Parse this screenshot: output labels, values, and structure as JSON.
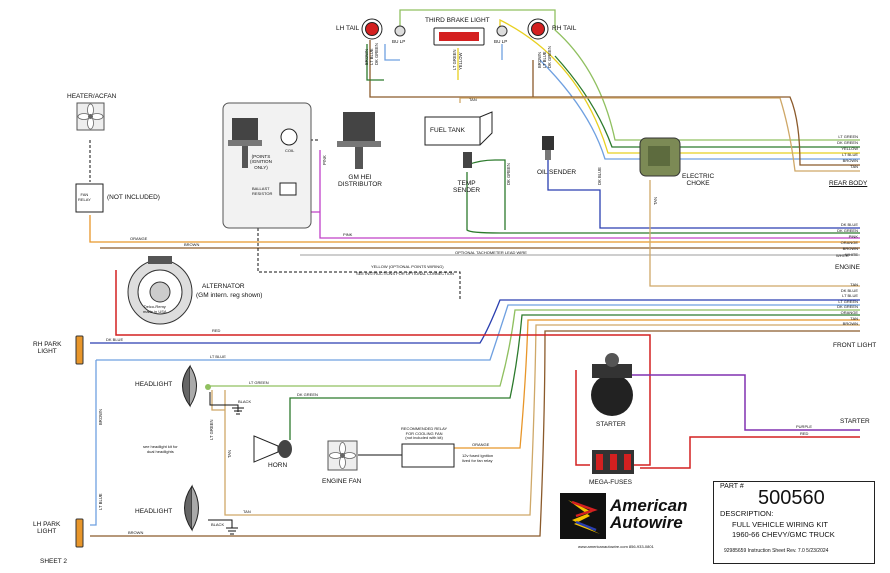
{
  "labels": {
    "lh_tail": "LH TAIL",
    "rh_tail": "RH TAIL",
    "third_brake": "THIRD BRAKE LIGHT",
    "bu_lp_left": "BU LP",
    "bu_lp_right": "BU LP",
    "heater_fan": "HEATER/ACFAN",
    "fan_relay": "FAN\nRELAY",
    "not_included": "(NOT INCLUDED)",
    "points_ignition": "(POINTS\n(IGNITION\nONLY)",
    "coil": "COIL",
    "ballast": "BALLAST\nRESISTOR",
    "gm_hei": "GM HEI\nDISTRIBUTOR",
    "fuel_tank": "FUEL TANK",
    "temp_sender": "TEMP\nSENDER",
    "oil_sender": "OIL SENDER",
    "electric_choke": "ELECTRIC\nCHOKE",
    "rear_body": "REAR BODY",
    "engine": "ENGINE",
    "alternator": "ALTERNATOR",
    "alternator_sub": "(GM intern. reg shown)",
    "alt_stamp": "Delco-Remy\nmade in USA",
    "yellow_note": "YELLOW (OPTIONAL POINTS WIRING)",
    "see_instructions": "SEE INSTRUCTIONS FOR OPTIONAL CONNECTION",
    "tach_wire": "OPTIONAL TACHOMETER LEAD WIRE",
    "rh_park": "RH PARK\nLIGHT",
    "lh_park": "LH PARK\nLIGHT",
    "front_light": "FRONT LIGHT",
    "headlight_top": "HEADLIGHT",
    "headlight_bottom": "HEADLIGHT",
    "headlight_kit": "see headlight kit for\ndual headlights",
    "horn": "HORN",
    "engine_fan": "ENGINE FAN",
    "relay_box": "RECOMMENDED RELAY\nFOR COOLING FAN\n(not included with kit)",
    "fuse_note": "12v fused ignition\nlived for fan relay",
    "starter": "STARTER",
    "starter_side": "STARTER",
    "mega_fuses": "MEGA-FUSES",
    "sheet": "SHEET 2",
    "brand_top": "American",
    "brand_bottom": "Autowire",
    "contact": "www.americanautowire.com     856-933-0801"
  },
  "wire_labels": {
    "red": "RED",
    "red2": "RED",
    "orange": "ORANGE",
    "orange2": "ORANGE",
    "brown": "BROWN",
    "brown_bottom": "BROWN",
    "pink": "PINK",
    "pink_v": "PINK",
    "tan_top": "TAN",
    "tan_bottom": "TAN",
    "dk_blue_rh": "DK BLUE",
    "lt_blue_front": "LT BLUE",
    "lt_green_hl": "LT GREEN",
    "dk_green_horn": "DK GREEN",
    "black_top": "BLACK",
    "black_bottom": "BLACK",
    "purple": "PURPLE",
    "dk_green_temp": "DK GREEN",
    "dk_blue_oil": "DK BLUE",
    "tan_choke": "TAN",
    "white_tach": "WHITE",
    "lt_blue_v": "LT BLUE",
    "brown_v": "BROWN",
    "tan_v": "TAN",
    "lt_green_v": "LT GREEN",
    "brown_lh": "BROWN",
    "lt_blue_lh": "LT BLUE",
    "dk_green_lh": "DK GREEN",
    "lt_blue_rh": "LT BLUE",
    "dk_green_rh": "DK GREEN",
    "brown_rh": "BROWN",
    "yellow_third": "YELLOW",
    "lt_green_third": "LT GREEN"
  },
  "bundles": {
    "rear": [
      "LT GREEN",
      "DK GREEN",
      "YELLOW",
      "LT BLUE",
      "BROWN",
      "TAN"
    ],
    "engine": [
      "DK BLUE",
      "DK GREEN",
      "PINK",
      "ORANGE",
      "BROWN",
      "WHITE"
    ],
    "front": [
      "TAN",
      "DK BLUE",
      "LT BLUE",
      "LT GREEN",
      "DK GREEN",
      "ORANGE",
      "TAN",
      "BROWN"
    ]
  },
  "part": {
    "label": "PART #",
    "number": "500560",
    "description_label": "DESCRIPTION:",
    "line1": "FULL VEHICLE WIRING KIT",
    "line2": "1960-66 CHEVY/GMC TRUCK",
    "footer": "92985659  Instruction Sheet   Rev. 7.0   5/23/2024"
  },
  "colors": {
    "red": "#d42020",
    "orange": "#e8962a",
    "brown": "#8b5a2b",
    "pink": "#c040c8",
    "tan": "#cfa868",
    "dk_blue": "#2a3fb0",
    "lt_blue": "#6fa0e0",
    "lt_green": "#90c060",
    "dk_green": "#2c7a2c",
    "yellow": "#e8d020",
    "purple": "#8030b0",
    "white": "#b0b0b0",
    "black": "#111111"
  }
}
